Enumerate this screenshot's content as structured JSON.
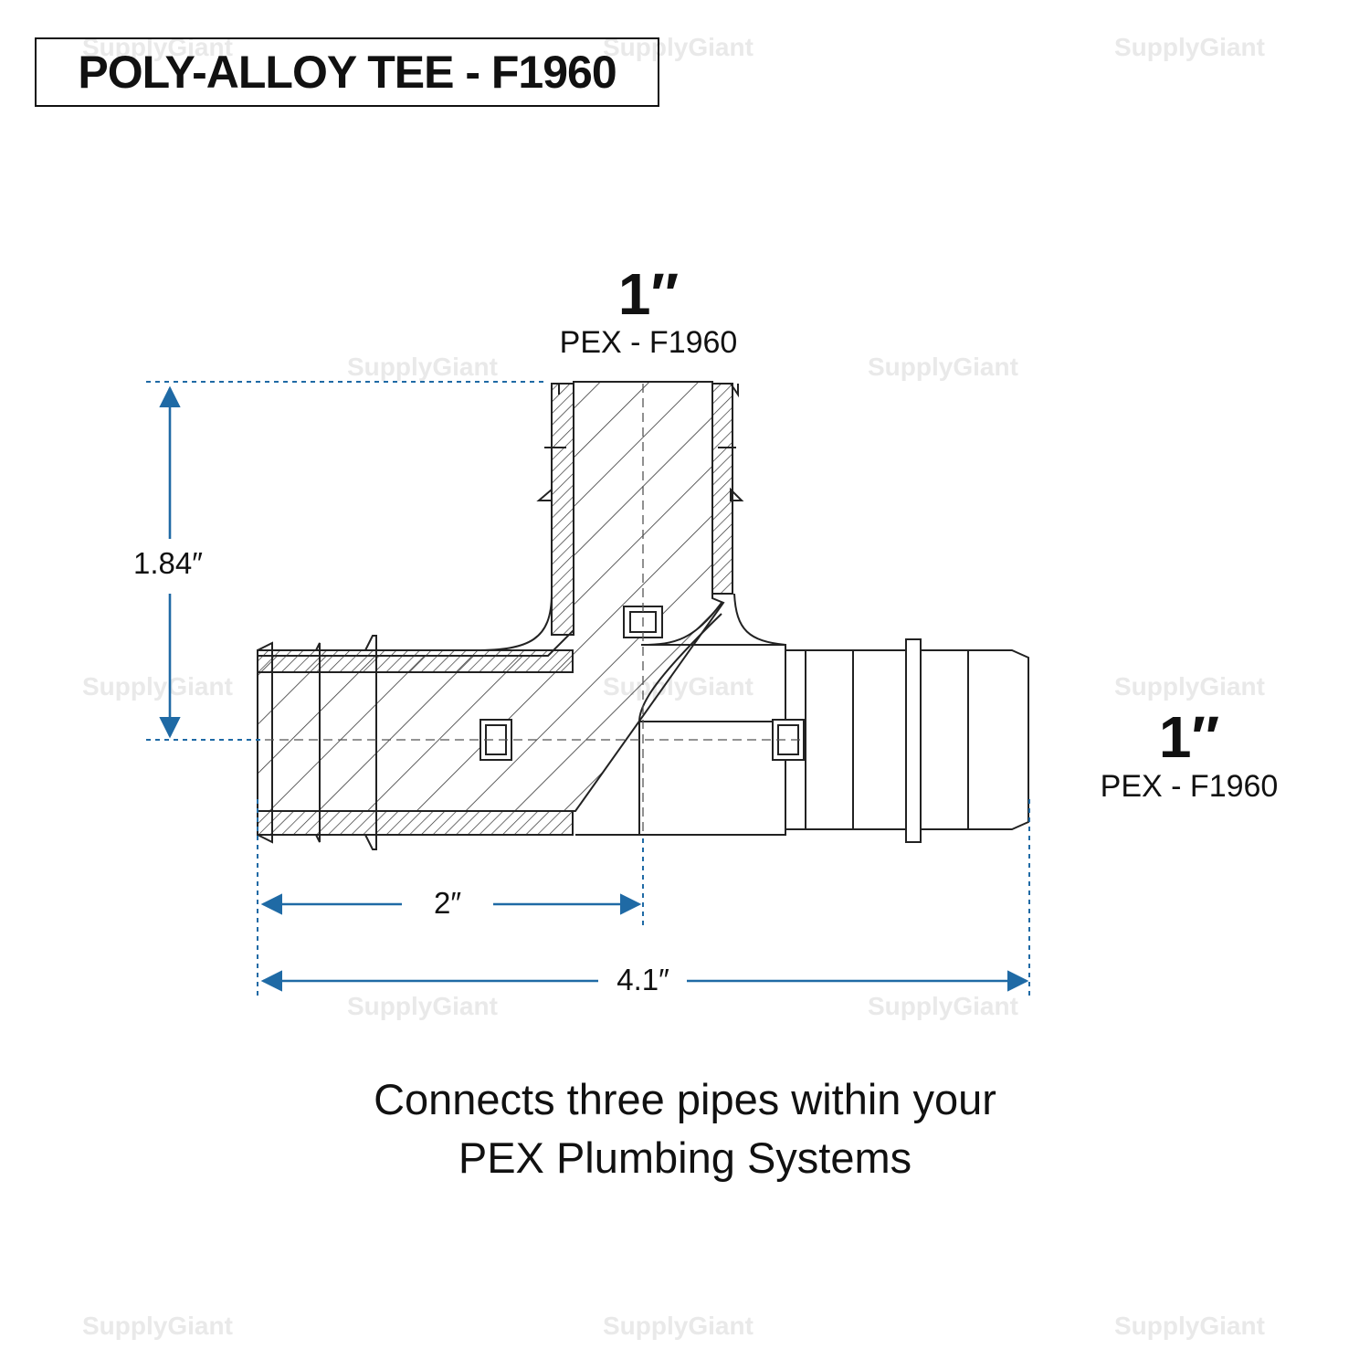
{
  "title": "POLY-ALLOY TEE - F1960",
  "top_port": {
    "size": "1″",
    "type": "PEX - F1960"
  },
  "side_port": {
    "size": "1″",
    "type": "PEX - F1960"
  },
  "dimensions": {
    "height": "1.84″",
    "center": "2″",
    "length": "4.1″"
  },
  "caption": {
    "line1": "Connects three pipes within your",
    "line2": "PEX Plumbing Systems"
  },
  "watermark": "SupplyGiant",
  "colors": {
    "dimension": "#1f6aa5",
    "line": "#222222",
    "watermark": "#e9e9e9"
  }
}
